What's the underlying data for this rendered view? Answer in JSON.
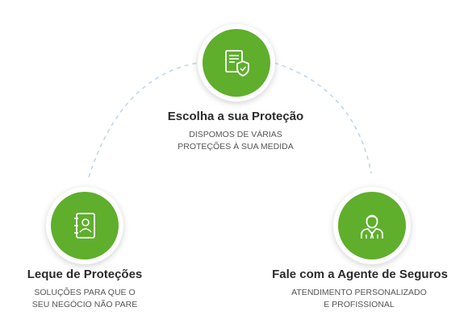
{
  "steps": [
    {
      "title": "Escolha a sua Proteção",
      "desc_line1": "DISPOMOS DE VÁRIAS",
      "desc_line2": "PROTEÇÕES À SUA MEDIDA",
      "icon": "document-shield-icon"
    },
    {
      "title": "Leque de Proteções",
      "desc_line1": "SOLUÇÕES PARA QUE O",
      "desc_line2": "SEU NEGÓCIO NÃO PARE",
      "icon": "contact-book-icon"
    },
    {
      "title": "Fale com a Agente de Seguros",
      "desc_line1": "ATENDIMENTO PERSONALIZADO",
      "desc_line2": "E PROFISSIONAL",
      "icon": "agent-person-icon"
    }
  ],
  "colors": {
    "accent": "#5fae2c",
    "arc": "#bcd9e8",
    "title": "#2b2b2b",
    "text": "#555555"
  }
}
